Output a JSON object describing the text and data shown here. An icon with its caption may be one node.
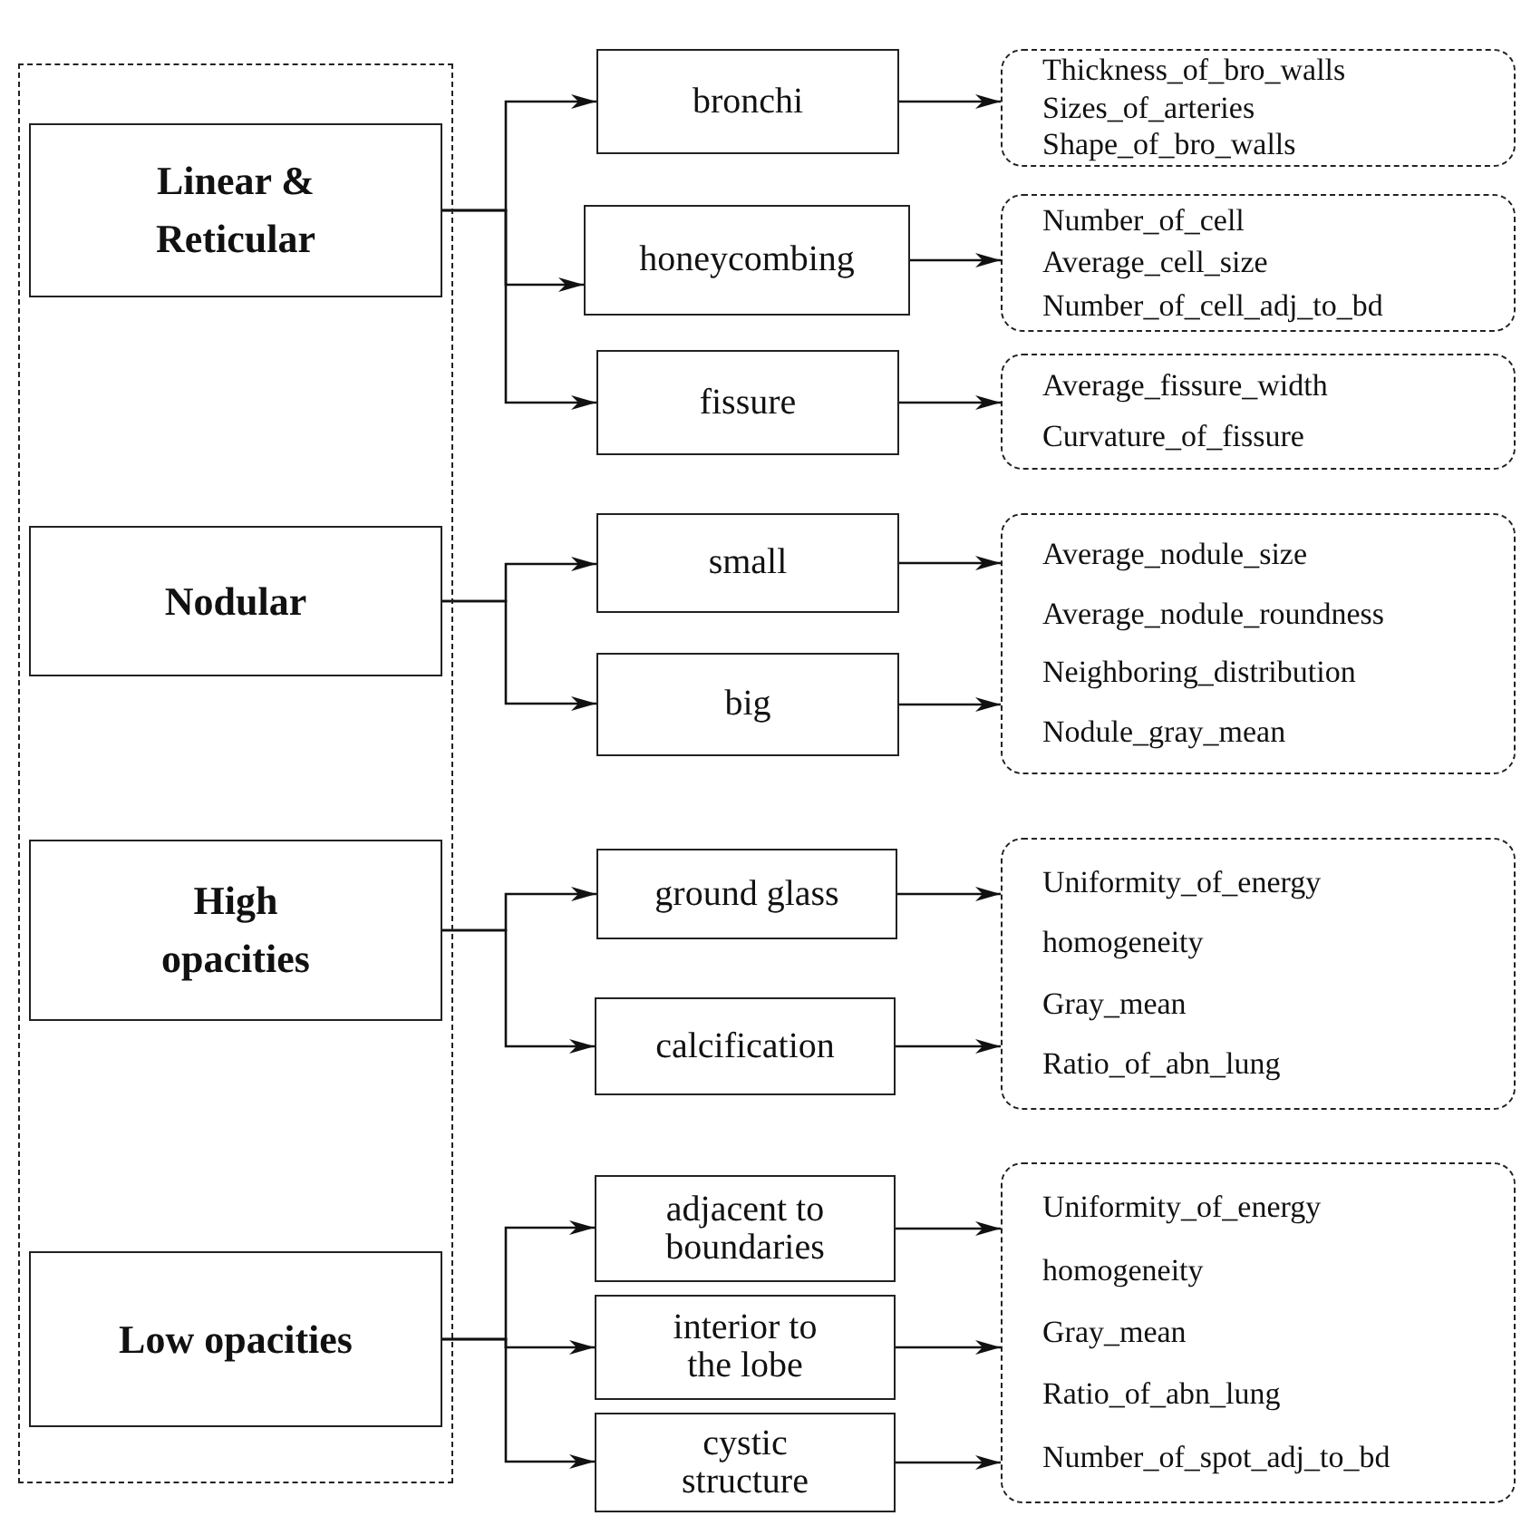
{
  "diagram": {
    "nodes": [
      {
        "text": [],
        "shape": "box"
      },
      {
        "text": [
          "Linear & Reticular"
        ],
        "in": 0
      },
      {
        "text": [
          "Nodular"
        ],
        "in": 0
      },
      {
        "text": [
          "High opacities"
        ],
        "in": 0
      },
      {
        "text": [
          "Low opacities"
        ],
        "in": 0
      },
      {
        "text": [
          "bronchi"
        ]
      },
      {
        "text": [
          "honeycombing"
        ]
      },
      {
        "text": [
          "fissure"
        ]
      },
      {
        "text": [
          "small"
        ]
      },
      {
        "text": [
          "big"
        ]
      },
      {
        "text": [
          "ground glass"
        ]
      },
      {
        "text": [
          "calcification"
        ]
      },
      {
        "text": [
          "adjacent to boundaries"
        ]
      },
      {
        "text": [
          "interior to the lobe"
        ]
      },
      {
        "text": [
          "cystic structure"
        ]
      },
      {
        "text": [
          "Thickness_of_bro_walls",
          "Sizes_of_arteries",
          "Shape_of_bro_walls"
        ]
      },
      {
        "text": [
          "Number_of_cell",
          "Average_cell_size",
          "Number_of_cell_adj_to_bd"
        ]
      },
      {
        "text": [
          "Average_fissure_width",
          "Curvature_of_fissure"
        ]
      },
      {
        "text": [
          "Average_nodule_size",
          "Average_nodule_roundness",
          "Neighboring_distribution",
          "Nodule_gray_mean"
        ]
      },
      {
        "text": [
          "Uniformity_of_energy",
          "homogeneity",
          "Gray_mean",
          "Ratio_of_abn_lung"
        ]
      },
      {
        "text": [
          "Uniformity_of_energy",
          "homogeneity",
          "Gray_mean",
          "Ratio_of_abn_lung",
          "Number_of_spot_adj_to_bd"
        ]
      }
    ],
    "edges": [
      {
        "from": 1,
        "to": 5,
        "arrow": "to"
      },
      {
        "from": 1,
        "to": 6,
        "arrow": "to"
      },
      {
        "from": 1,
        "to": 7,
        "arrow": "to"
      },
      {
        "from": 2,
        "to": 8,
        "arrow": "to"
      },
      {
        "from": 2,
        "to": 9,
        "arrow": "to"
      },
      {
        "from": 3,
        "to": 10,
        "arrow": "to"
      },
      {
        "from": 3,
        "to": 11,
        "arrow": "to"
      },
      {
        "from": 4,
        "to": 12,
        "arrow": "to"
      },
      {
        "from": 4,
        "to": 13,
        "arrow": "to"
      },
      {
        "from": 4,
        "to": 14,
        "arrow": "to"
      },
      {
        "from": 5,
        "to": 15,
        "arrow": "to"
      },
      {
        "from": 6,
        "to": 16,
        "arrow": "to"
      },
      {
        "from": 7,
        "to": 17,
        "arrow": "to"
      },
      {
        "from": 8,
        "to": 18,
        "arrow": "to"
      },
      {
        "from": 9,
        "to": 18,
        "arrow": "to"
      },
      {
        "from": 10,
        "to": 19,
        "arrow": "to"
      },
      {
        "from": 11,
        "to": 19,
        "arrow": "to"
      },
      {
        "from": 12,
        "to": 20,
        "arrow": "to"
      },
      {
        "from": 13,
        "to": 20,
        "arrow": "to"
      },
      {
        "from": 14,
        "to": 20,
        "arrow": "to"
      }
    ]
  }
}
